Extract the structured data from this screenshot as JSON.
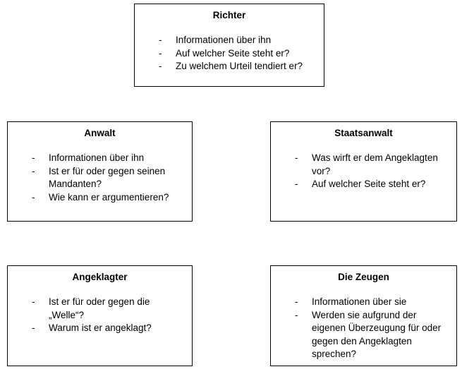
{
  "bullet_char": "-",
  "colors": {
    "border": "#000000",
    "text": "#000000",
    "background": "#ffffff"
  },
  "boxes": [
    {
      "id": "richter",
      "title": "Richter",
      "items": [
        "Informationen über ihn",
        "Auf welcher Seite steht er?",
        "Zu welchem Urteil tendiert er?"
      ]
    },
    {
      "id": "anwalt",
      "title": "Anwalt",
      "items": [
        "Informationen über ihn",
        "Ist er für oder gegen seinen Mandanten?",
        "Wie kann er argumentieren?"
      ]
    },
    {
      "id": "staatsanwalt",
      "title": "Staatsanwalt",
      "items": [
        "Was wirft er dem Angeklagten vor?",
        "Auf welcher Seite steht er?"
      ]
    },
    {
      "id": "angeklagter",
      "title": "Angeklagter",
      "items": [
        "Ist er für oder gegen die „Welle“?",
        "Warum ist er angeklagt?"
      ]
    },
    {
      "id": "zeugen",
      "title": "Die Zeugen",
      "items": [
        "Informationen über sie",
        "Werden sie aufgrund der eigenen Überzeugung für oder gegen den Angeklagten sprechen?"
      ]
    }
  ]
}
